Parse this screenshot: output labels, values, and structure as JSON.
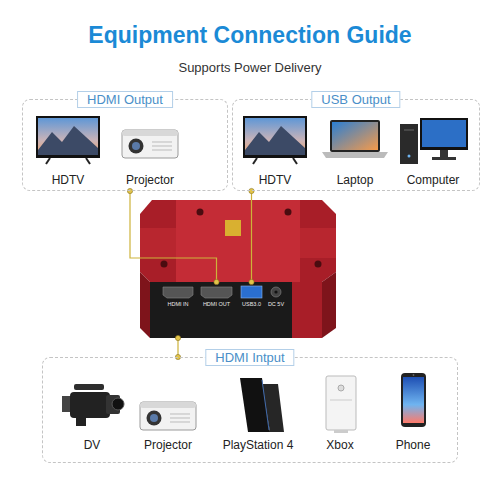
{
  "diagram": {
    "title": "Equipment Connection Guide",
    "nodes": [
      {
        "text": [
          "HDMI Output"
        ]
      },
      {
        "text": [
          "HDTV"
        ],
        "in": 0
      },
      {
        "text": [
          "Projector"
        ],
        "in": 0
      },
      {
        "text": [
          "USB Output"
        ]
      },
      {
        "text": [
          "HDTV"
        ],
        "in": 3
      },
      {
        "text": [
          "Laptop"
        ],
        "in": 3
      },
      {
        "text": [
          "Computer"
        ],
        "in": 3
      },
      {
        "text": [
          "HDMI IN",
          "HDMI OUT",
          "USB3.0",
          "DC 5V"
        ]
      },
      {
        "text": [
          "HDMI Intput"
        ]
      },
      {
        "text": [
          "DV"
        ],
        "in": 8
      },
      {
        "text": [
          "Projector"
        ],
        "in": 8
      },
      {
        "text": [
          "PlayStation 4"
        ],
        "in": 8
      },
      {
        "text": [
          "Xbox"
        ],
        "in": 8
      },
      {
        "text": [
          "Phone"
        ],
        "in": 8
      }
    ],
    "edges": [
      {
        "from": 0,
        "to": 7,
        "arrow": "none"
      },
      {
        "from": 3,
        "to": 7,
        "arrow": "none"
      },
      {
        "from": 8,
        "to": 7,
        "arrow": "none"
      }
    ],
    "labels": [
      "Supports Power Delivery"
    ]
  }
}
